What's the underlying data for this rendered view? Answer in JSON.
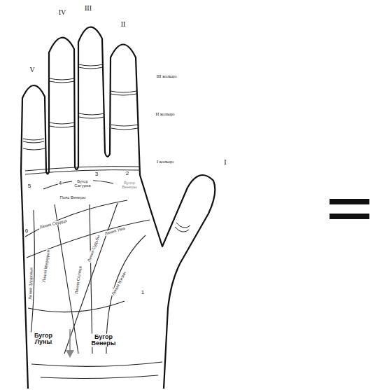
{
  "diagram": {
    "labels": [
      "V",
      "IV",
      "III",
      "II",
      "III кольцо",
      "II кольцо",
      "I кольцо",
      "I",
      "5",
      "4",
      "Бугор Сатурна",
      "3",
      "2",
      "Бугор Венеры",
      "Пояс Венеры",
      "6",
      "Линия Сердца",
      "Линия Ума",
      "Линия Здоровья",
      "Линия Меркурия",
      "Линия Солнца",
      "Линия Судьбы",
      "Линия Жизни",
      "1",
      "Бугор Луны",
      "Бугор Венеры"
    ]
  }
}
